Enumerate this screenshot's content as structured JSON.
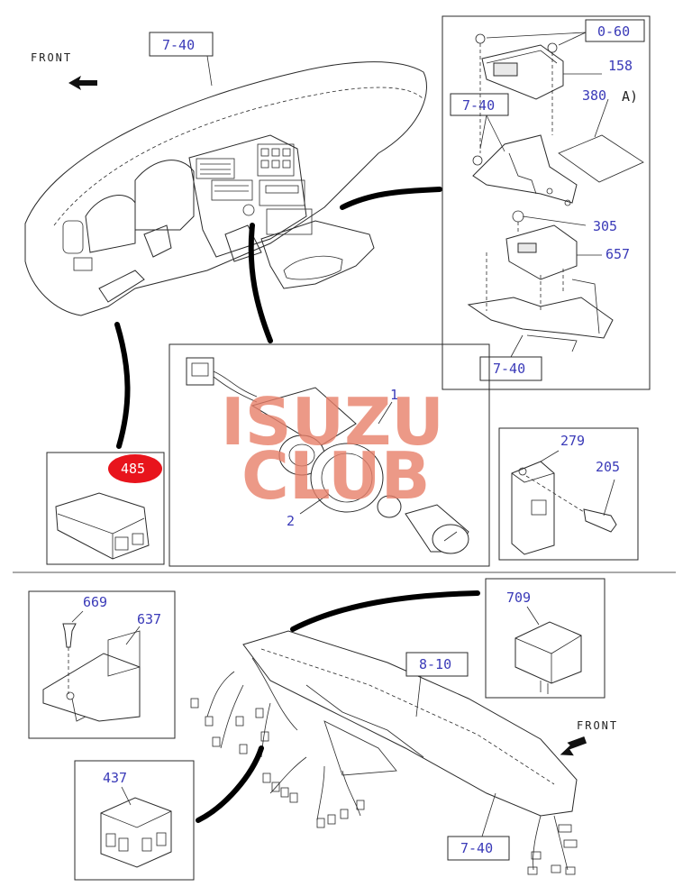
{
  "watermark": {
    "line1": "ISUZU",
    "line2": "CLUB"
  },
  "front_labels": [
    "FRONT",
    "FRONT"
  ],
  "refs": {
    "dash_ref": "7-40",
    "top_right_ref": "0-60",
    "bracket_ref": "7-40",
    "lower_bracket_ref": "7-40",
    "harness_ref_a": "8-10",
    "harness_ref_b": "7-40"
  },
  "parts": {
    "p158": "158",
    "p380": "380",
    "p380_note": "A)",
    "p305": "305",
    "p657": "657",
    "p485": "485",
    "p1": "1",
    "p2": "2",
    "p279": "279",
    "p205": "205",
    "p669": "669",
    "p637": "637",
    "p709": "709",
    "p437": "437"
  },
  "colors": {
    "part_number": "#3a3ab8",
    "highlight": "#e8141c",
    "watermark": "#e8806a"
  }
}
